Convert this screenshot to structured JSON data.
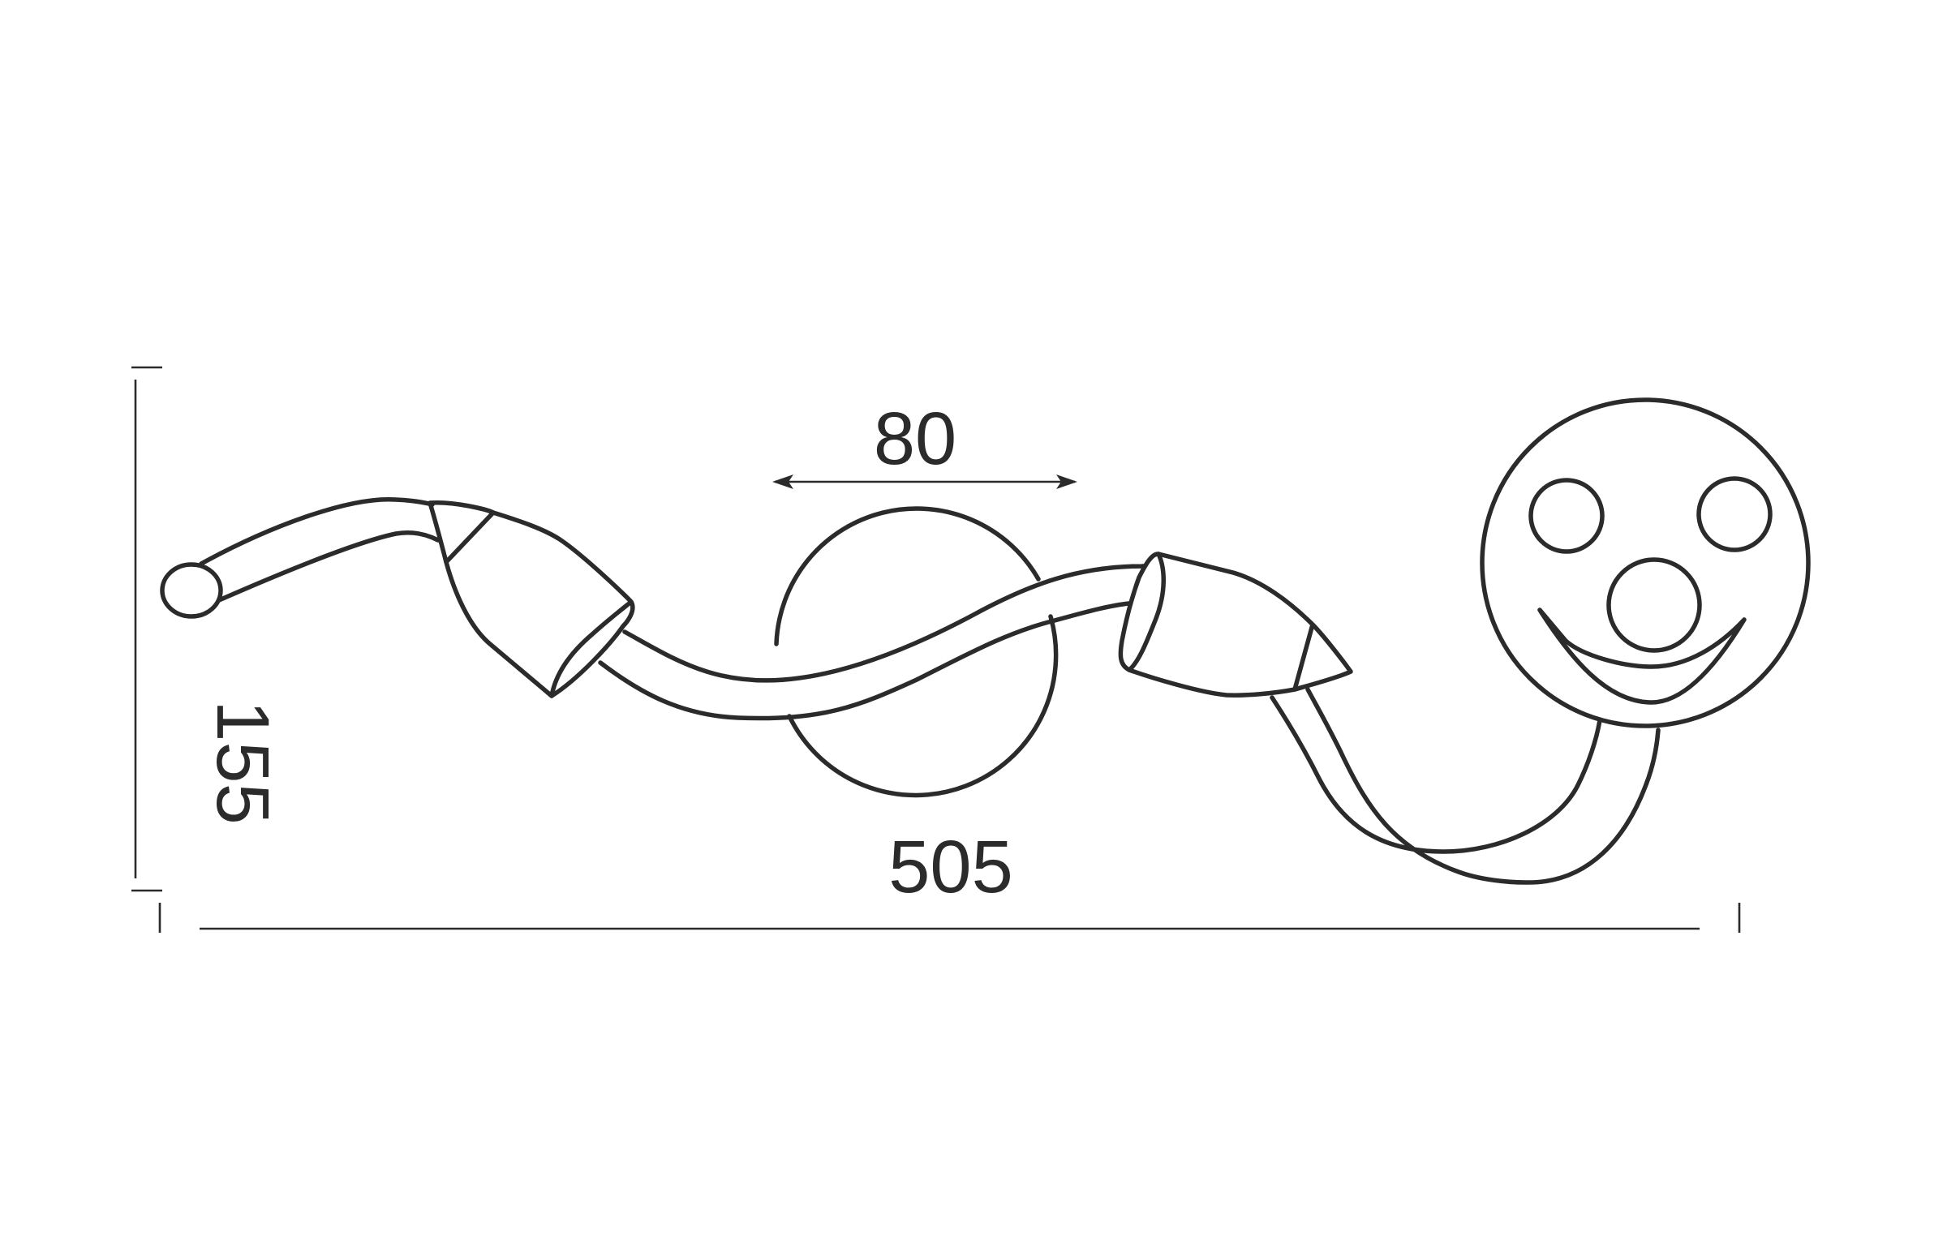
{
  "dimensions": {
    "spacing_label": "80",
    "length_label": "505",
    "height_label": "155"
  },
  "colors": {
    "line": "#2b2b2b",
    "background": "#ffffff"
  }
}
